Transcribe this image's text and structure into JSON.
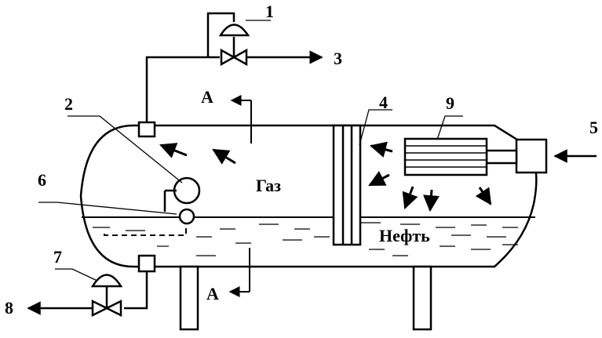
{
  "labels": {
    "n1": "1",
    "n2": "2",
    "n3": "3",
    "n4": "4",
    "n5": "5",
    "n6": "6",
    "n7": "7",
    "n8": "8",
    "n9": "9",
    "section_top": "А",
    "section_bottom": "А",
    "gas": "Газ",
    "oil": "Нефть"
  }
}
